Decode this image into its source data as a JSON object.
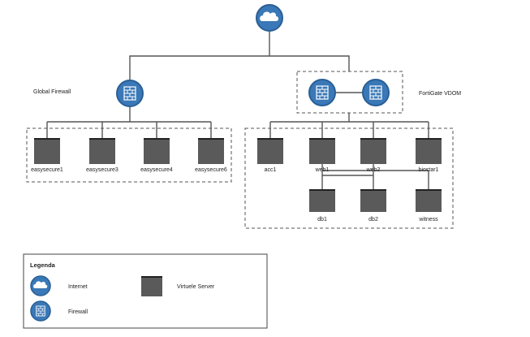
{
  "labels": {
    "global_firewall": "Global Firewall",
    "fortigate_vdom": "FortiGate VDOM"
  },
  "servers_left": [
    "easysecure1",
    "easysecure3",
    "easysecure4",
    "easysecure6"
  ],
  "servers_right_top": [
    "acc1",
    "web1",
    "web2",
    "biostar1"
  ],
  "servers_right_bottom": [
    "db1",
    "db2",
    "witness"
  ],
  "legend": {
    "title": "Legenda",
    "internet": "Internet",
    "firewall": "Firewall",
    "server": "Virtuele Server"
  },
  "colors": {
    "node_blue": "#3a78b7",
    "node_border": "#2a5f96",
    "line": "#555555",
    "server": "#5a5a5a"
  }
}
